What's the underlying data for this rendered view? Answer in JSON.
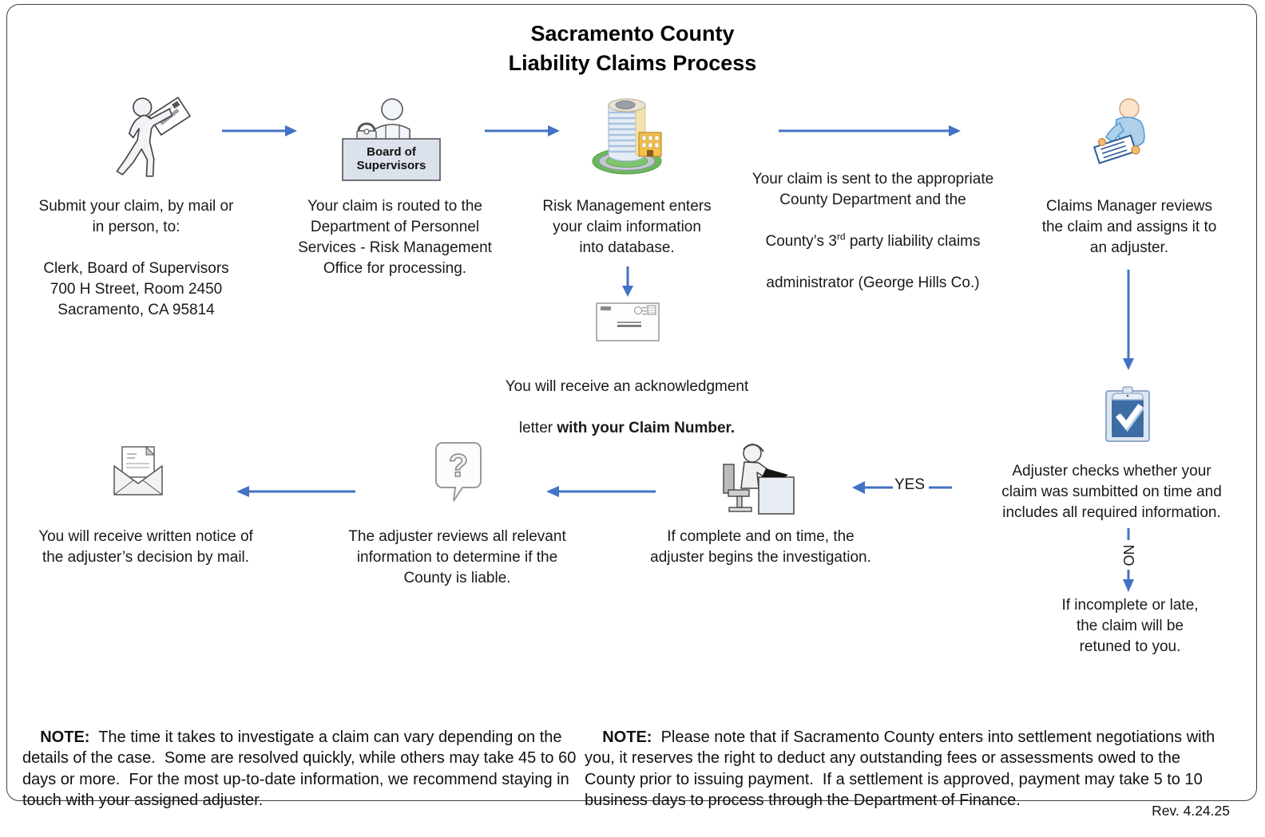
{
  "title": {
    "lines": [
      "Sacramento County",
      "Liability Claims Process"
    ]
  },
  "colors": {
    "arrow_blue": "#4472C4",
    "clipboard_blue": "#3C6EA5",
    "figure_blue": "#AED0EA"
  },
  "flow": {
    "submit": {
      "lines": [
        "Submit your claim, by mail or",
        "in person, to:",
        "",
        "Clerk, Board of Supervisors",
        "700 H Street, Room 2450",
        "Sacramento, CA 95814"
      ]
    },
    "board": {
      "desk_label": "Board of Supervisors",
      "lines": [
        "Your claim is routed to the",
        "Department of Personnel",
        "Services - Risk Management",
        "Office for processing."
      ]
    },
    "risk": {
      "lines": [
        "Risk Management enters",
        "your claim information",
        "into database."
      ]
    },
    "sent": {
      "lines_top": [
        "Your claim is sent to the appropriate",
        "County Department and the"
      ],
      "line3_pre": "County’s 3",
      "line3_sup": "rd",
      "line3_post": " party liability claims",
      "line4": "administrator (George Hills Co.)"
    },
    "manager": {
      "lines": [
        "Claims Manager reviews",
        "the claim and assigns it to",
        "an adjuster."
      ]
    },
    "ack": {
      "line1": "You will receive an acknowledgment",
      "line2_normal": "letter ",
      "line2_bold": "with your Claim Number."
    },
    "check": {
      "lines": [
        "Adjuster checks whether your",
        "claim was sumbitted on time and",
        "includes all required information."
      ]
    },
    "incomplete": {
      "lines": [
        "If incomplete or late,",
        "the claim will be",
        "retuned to you."
      ]
    },
    "investigation": {
      "lines": [
        "If complete and on time, the",
        "adjuster begins the investigation."
      ]
    },
    "review": {
      "lines": [
        "The adjuster reviews all relevant",
        "information to determine if the",
        "County is liable."
      ]
    },
    "notice": {
      "lines": [
        "You will receive written notice of",
        "the adjuster’s decision by mail."
      ]
    },
    "labels": {
      "yes": "YES",
      "no": "NO"
    }
  },
  "icons": {
    "question_mark": "?"
  },
  "notes": {
    "left": {
      "label": "NOTE:",
      "body": "  The time it takes to investigate a claim can vary depending on the details of the case.  Some are resolved quickly, while others may take 45 to 60 days or more.  For the most up-to-date information, we recommend staying in touch with your assigned adjuster."
    },
    "right": {
      "label": "NOTE:",
      "body": "  Please note that if Sacramento County enters into settlement negotiations with you, it reserves the right to deduct any outstanding fees or assessments owed to the County prior to issuing payment.  If a settlement is approved, payment may take 5 to 10 business days to process through the Department of Finance."
    }
  },
  "footer": {
    "revision": "Rev. 4.24.25"
  }
}
